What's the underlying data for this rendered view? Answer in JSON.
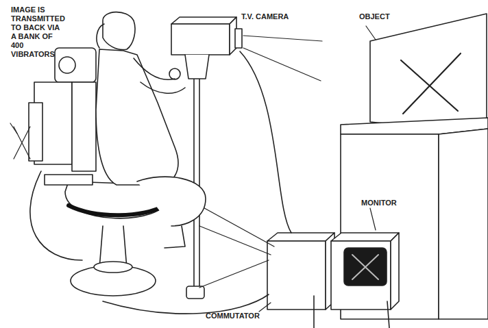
{
  "diagram": {
    "labels": [
      "IMAGE IS TRANSMITTED TO BACK VIA A BANK OF 400 VIBRATORS",
      "T.V. CAMERA",
      "OBJECT",
      "MONITOR",
      "COMMUTATOR"
    ]
  }
}
